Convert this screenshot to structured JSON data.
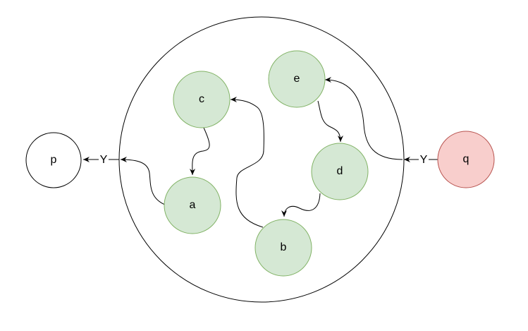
{
  "diagram": {
    "nodes": {
      "p": {
        "label": "p",
        "fill": "#ffffff",
        "stroke": "#000000"
      },
      "q": {
        "label": "q",
        "fill": "#f8cecc",
        "stroke": "#b85450"
      },
      "a": {
        "label": "a",
        "fill": "#d5e8d4",
        "stroke": "#82b366"
      },
      "b": {
        "label": "b",
        "fill": "#d5e8d4",
        "stroke": "#82b366"
      },
      "c": {
        "label": "c",
        "fill": "#d5e8d4",
        "stroke": "#82b366"
      },
      "d": {
        "label": "d",
        "fill": "#d5e8d4",
        "stroke": "#82b366"
      },
      "e": {
        "label": "e",
        "fill": "#d5e8d4",
        "stroke": "#82b366"
      }
    },
    "edge_labels": {
      "left": "Y",
      "right": "Y"
    },
    "colors": {
      "container_fill": "#ffffff",
      "container_stroke": "#000000",
      "edge": "#000000"
    }
  }
}
